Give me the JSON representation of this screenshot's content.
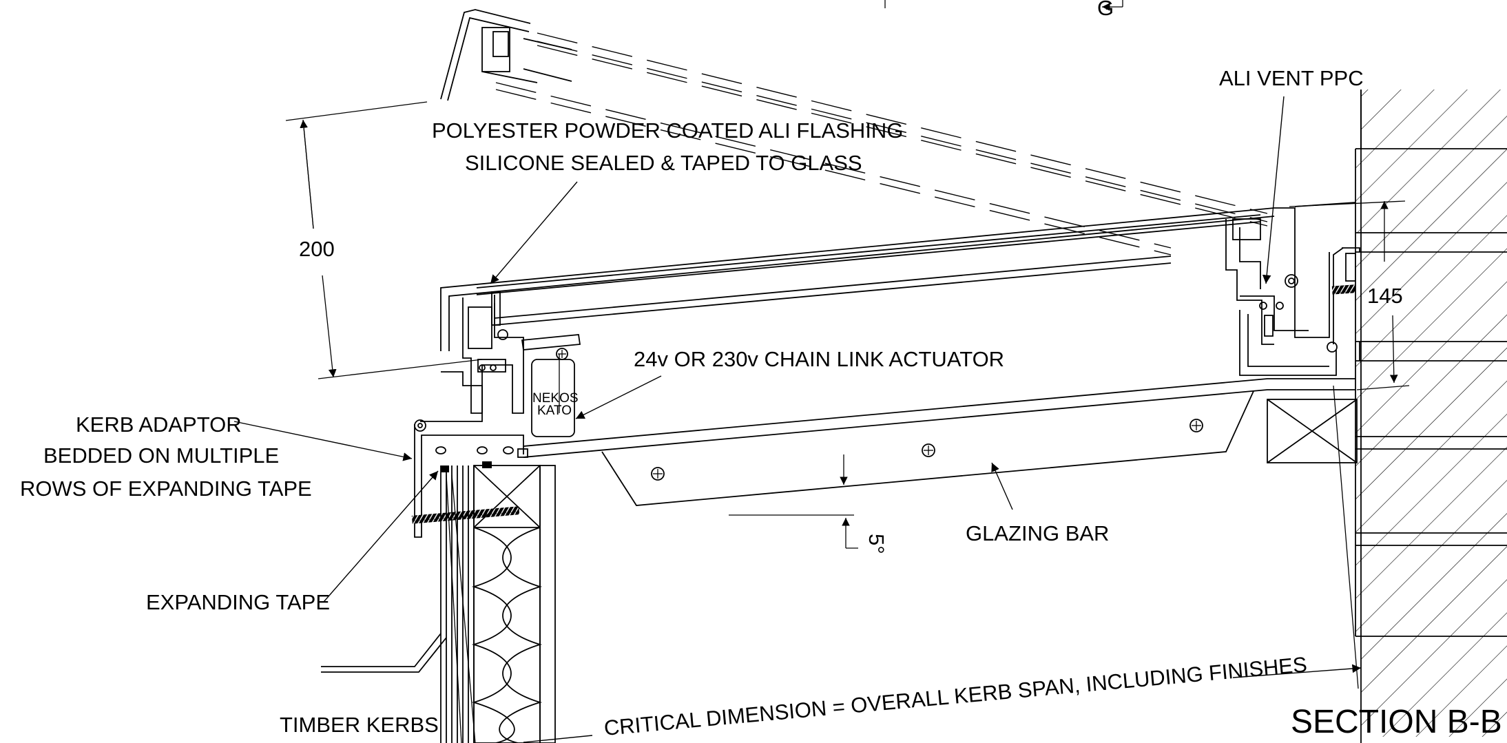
{
  "labels": {
    "ali_vent": "ALI VENT PPC",
    "flashing_1": "POLYESTER POWDER COATED ALI FLASHING",
    "flashing_2": "SILICONE SEALED & TAPED TO GLASS",
    "dim_200": "200",
    "dim_145": "145",
    "actuator": "24v OR 230v CHAIN LINK ACTUATOR",
    "actuator_brand_1": "NEKOS",
    "actuator_brand_2": "KATO",
    "kerb_adaptor_1": "KERB ADAPTOR",
    "kerb_adaptor_2": "BEDDED ON MULTIPLE",
    "kerb_adaptor_3": "ROWS OF EXPANDING TAPE",
    "expanding_tape": "EXPANDING TAPE",
    "glazing_bar": "GLAZING BAR",
    "angle": "5°",
    "timber_kerbs": "TIMBER KERBS",
    "critical_dimension": "CRITICAL DIMENSION = OVERALL KERB SPAN, INCLUDING FINISHES",
    "section_title": "SECTION B-B",
    "section_marker": "G"
  },
  "colors": {
    "line": "#000000",
    "background": "#ffffff"
  }
}
